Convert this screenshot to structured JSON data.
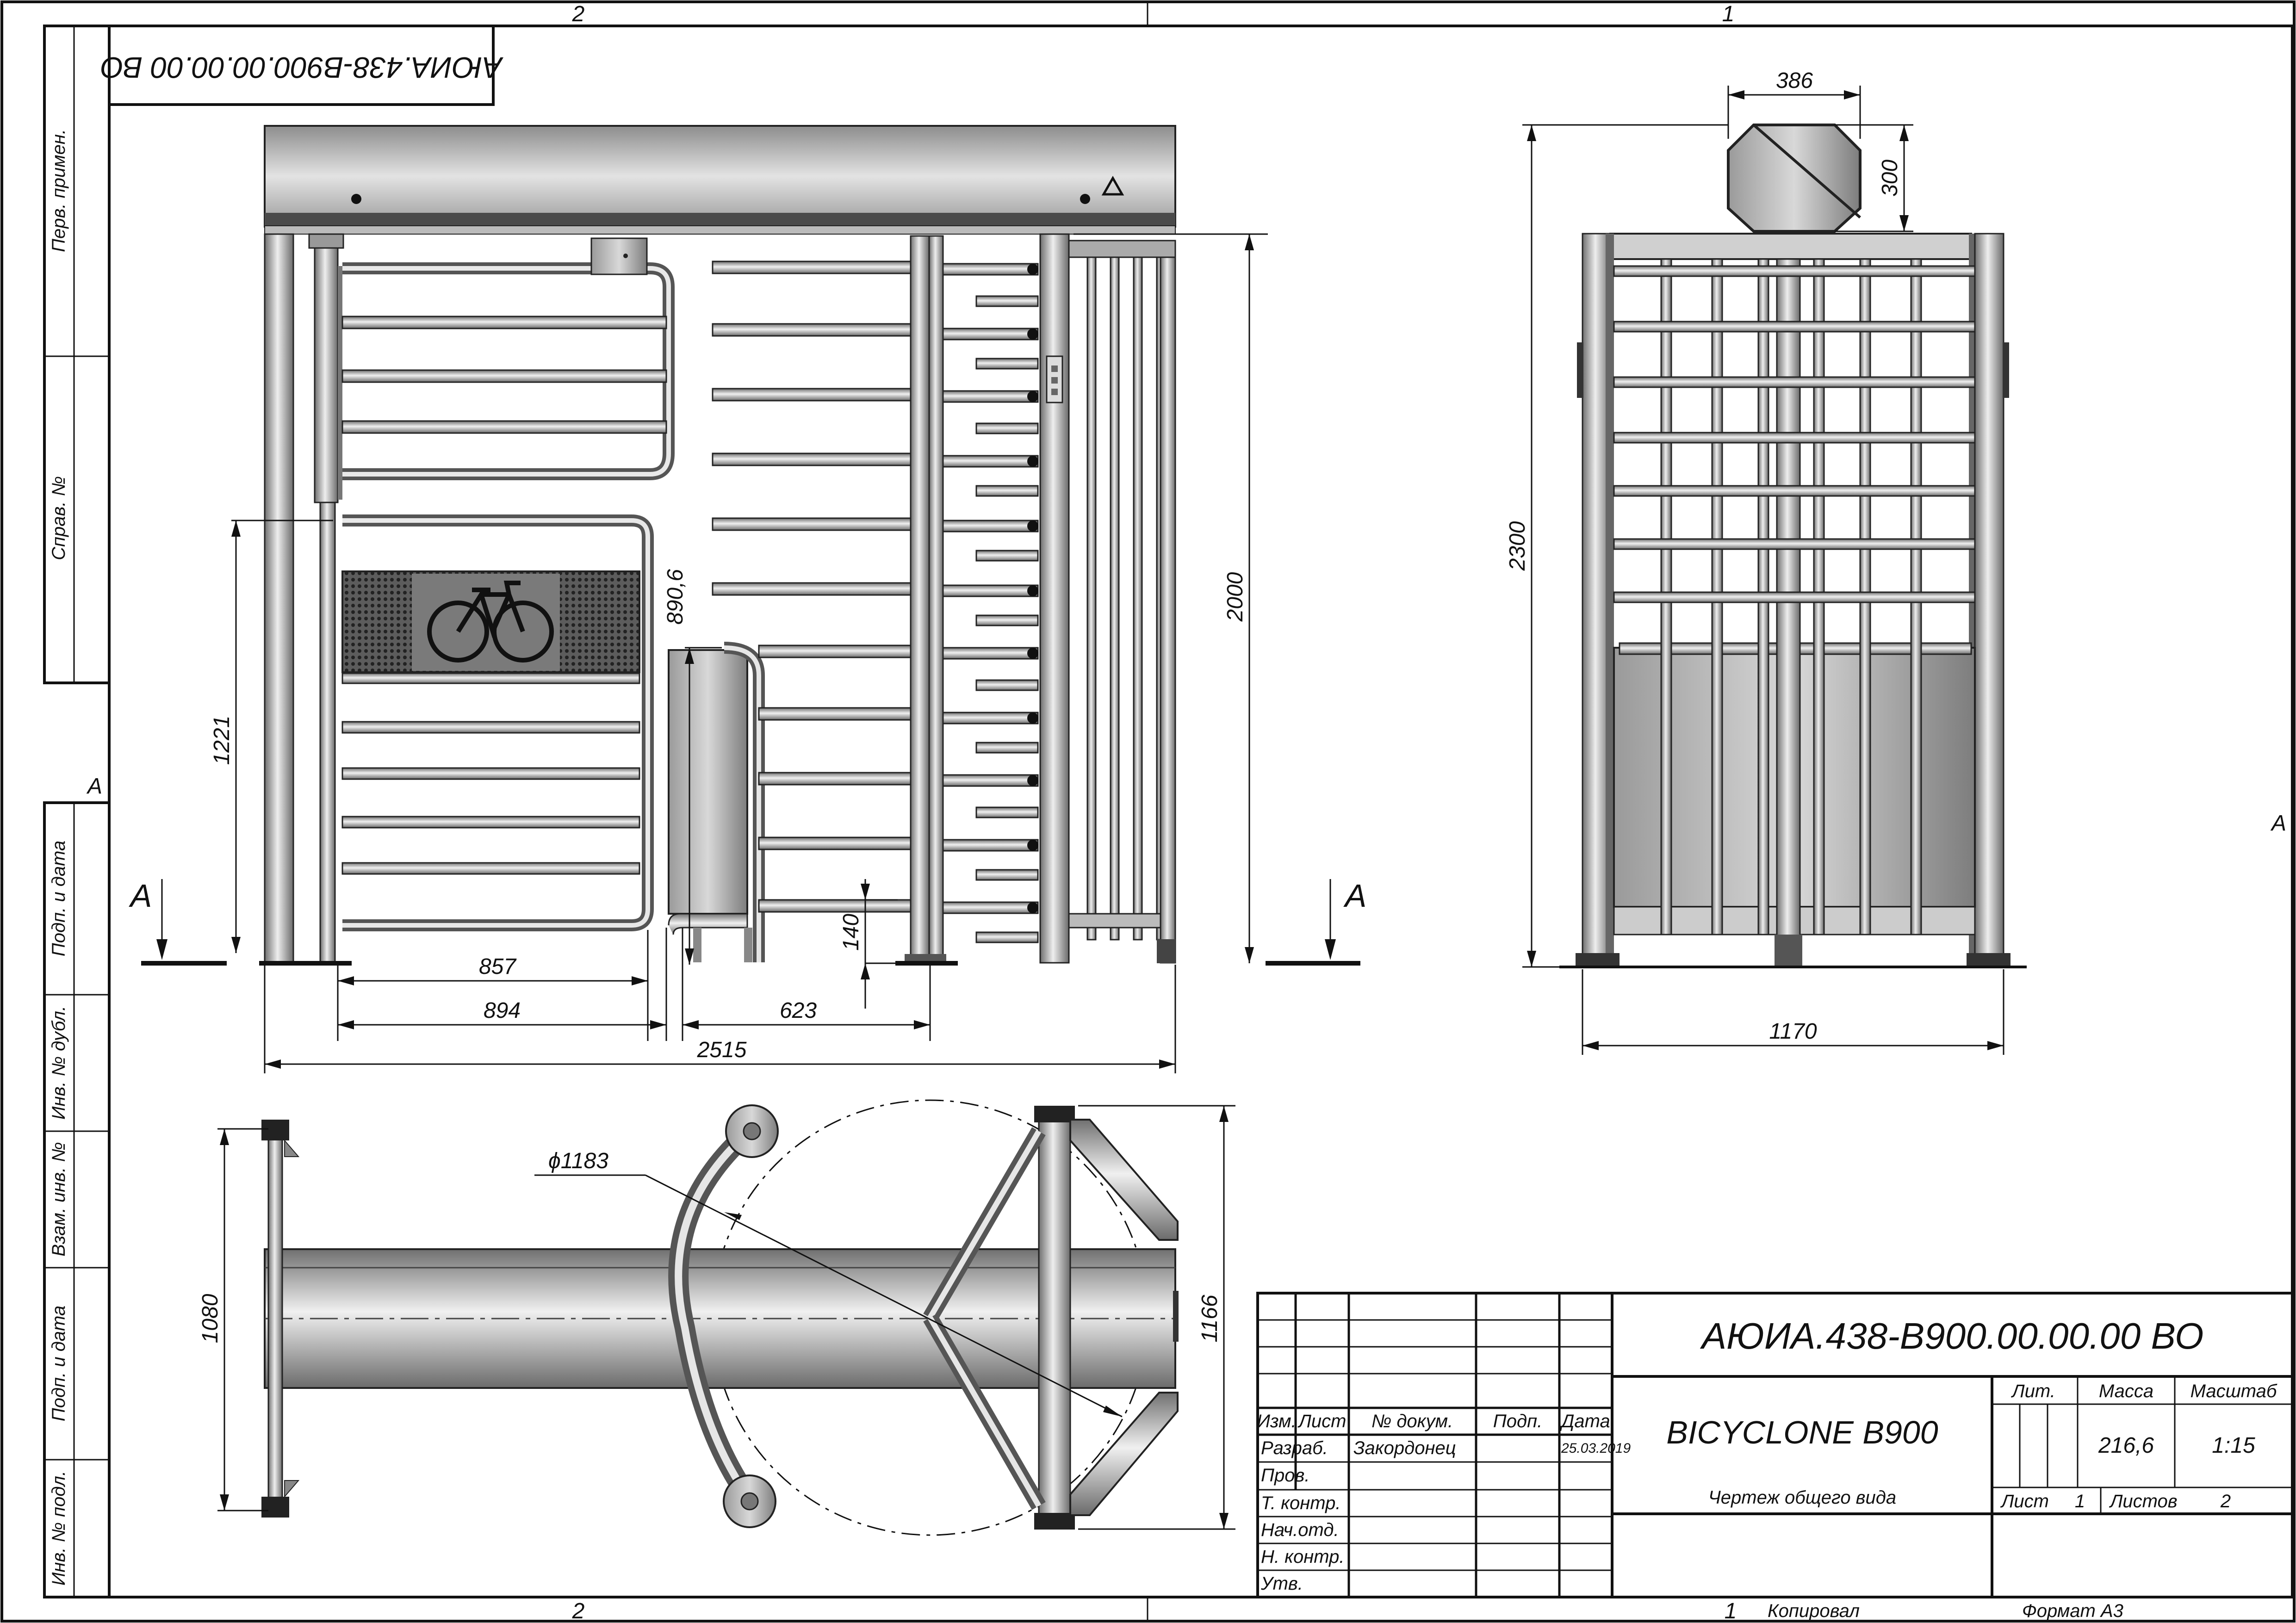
{
  "frame": {
    "zone_top_left": "2",
    "zone_top_right": "1",
    "zone_bottom_left": "2",
    "zone_bottom_right": "1",
    "zone_side_a_left": "A",
    "zone_side_a_right": "A"
  },
  "side_stamp": {
    "perv_primen": "Перв. примен.",
    "sprav_no": "Справ. №",
    "podp_data_1": "Подп. и дата",
    "inv_dubl": "Инв. № дубл.",
    "vzam_inv": "Взам. инв. №",
    "podp_data_2": "Подп. и дата",
    "inv_podl": "Инв. № подл."
  },
  "rotated_code": "АЮИА.438-В900.00.00.00 ВО",
  "front_view": {
    "dim_1221": "1221",
    "dim_890": "890,6",
    "dim_2000": "2000",
    "dim_140": "140",
    "dim_857": "857",
    "dim_894": "894",
    "dim_623": "623",
    "dim_2515": "2515",
    "section_left": "А",
    "section_right": "А"
  },
  "side_view": {
    "dim_386": "386",
    "dim_300": "300",
    "dim_2300": "2300",
    "dim_1170": "1170"
  },
  "plan_view": {
    "dim_1080": "1080",
    "dim_1183": "ϕ1183",
    "dim_1166": "1166"
  },
  "title_block": {
    "doc_code": "АЮИА.438-В900.00.00.00 ВО",
    "product_name": "BICYCLONE B900",
    "doc_type": "Чертеж общего вида",
    "col_izm": "Изм.",
    "col_list": "Лист",
    "col_dokum": "№ докум.",
    "col_podp": "Подп.",
    "col_data": "Дата",
    "row_razrab": "Разраб.",
    "row_prov": "Пров.",
    "row_tkontr": "Т. контр.",
    "row_nachotd": "Нач.отд.",
    "row_nkontr": "Н. контр.",
    "row_utv": "Утв.",
    "razrab_name": "Закордонец",
    "razrab_date": "25.03.2019",
    "lit_label": "Лит.",
    "massa_label": "Масса",
    "masshtab_label": "Масштаб",
    "massa_value": "216,6",
    "masshtab_value": "1:15",
    "sheet_label": "Лист",
    "sheet_value": "1",
    "sheets_label": "Листов",
    "sheets_value": "2"
  },
  "footer": {
    "kopiroval": "Копировал",
    "format": "Формат А3"
  },
  "colors": {
    "ink": "#111111",
    "steel_light": "#e6e6e6",
    "steel_dark": "#7a7a7a"
  }
}
